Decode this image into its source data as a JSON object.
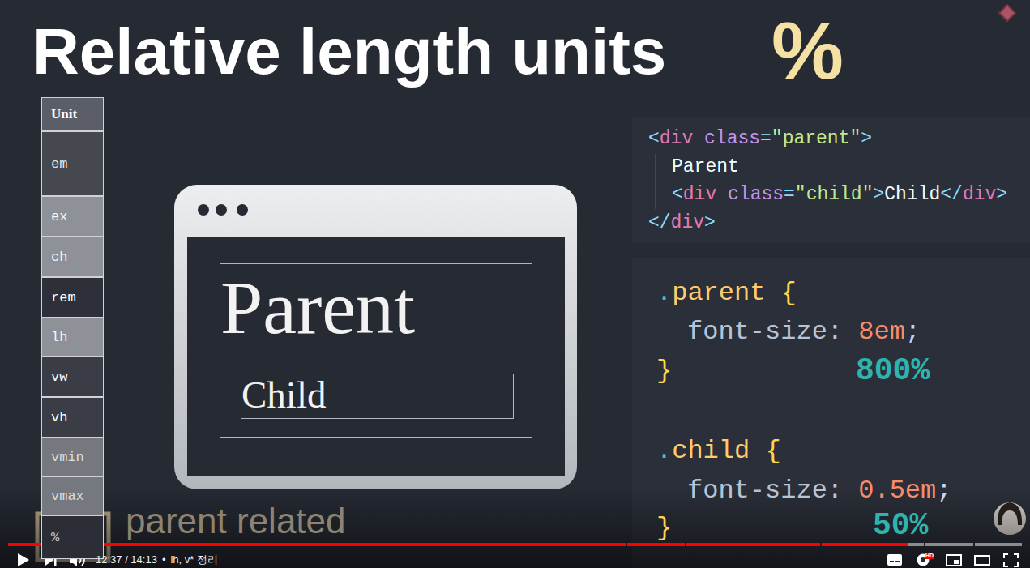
{
  "diagram": {
    "title": "Relative length units",
    "nodes": [
      {
        "text": [
          "Parent"
        ]
      },
      {
        "text": [
          "Child"
        ],
        "in": 0
      }
    ],
    "labels": [
      "%",
      "Unit",
      "em",
      "ex",
      "ch",
      "rem",
      "lh",
      "vw",
      "vh",
      "vmin",
      "vmax",
      "%",
      "parent related",
      "<",
      "div",
      "class",
      "=",
      "\"parent\"",
      ">",
      "Parent",
      "<",
      "div",
      "class",
      "=",
      "\"child\"",
      ">",
      "Child",
      "</",
      "div",
      ">",
      "</",
      "div",
      ">",
      ".",
      "parent",
      "{",
      "font-size:",
      "8em",
      ";",
      "}",
      "800%",
      ".",
      "child",
      "{",
      "font-size:",
      "0.5em",
      ";",
      "}",
      "50%",
      "12:37 / 14:13",
      "•",
      "lh, v* 정리",
      "HD"
    ]
  }
}
